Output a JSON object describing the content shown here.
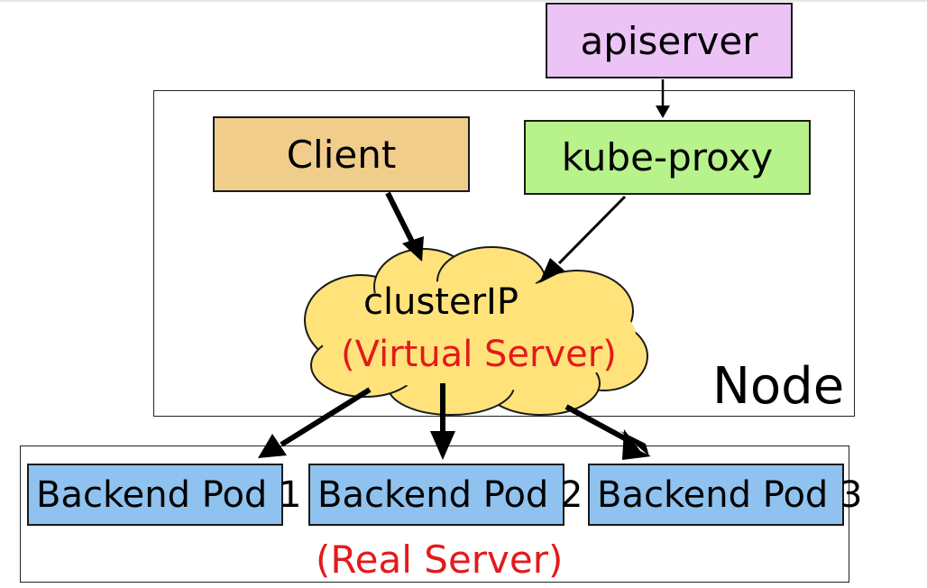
{
  "nodes": {
    "apiserver": "apiserver",
    "client": "Client",
    "kube_proxy": "kube-proxy",
    "cluster_ip": "clusterIP",
    "virtual_server": "(Virtual Server)",
    "node_label": "Node",
    "pods": [
      "Backend Pod 1",
      "Backend Pod 2",
      "Backend Pod 3"
    ],
    "real_server": "(Real Server)"
  },
  "colors": {
    "apiserver": "#ecc3f5",
    "client": "#f1cd8b",
    "kube_proxy": "#b7f28a",
    "cloud": "#ffe27a",
    "pod": "#8fc2ee",
    "red_text": "#e31a1a",
    "arrow": "#000000"
  },
  "edges": [
    {
      "from": "apiserver",
      "to": "kube-proxy"
    },
    {
      "from": "Client",
      "to": "clusterIP"
    },
    {
      "from": "kube-proxy",
      "to": "clusterIP"
    },
    {
      "from": "clusterIP",
      "to": "Backend Pod 1"
    },
    {
      "from": "clusterIP",
      "to": "Backend Pod 2"
    },
    {
      "from": "clusterIP",
      "to": "Backend Pod 3"
    }
  ]
}
